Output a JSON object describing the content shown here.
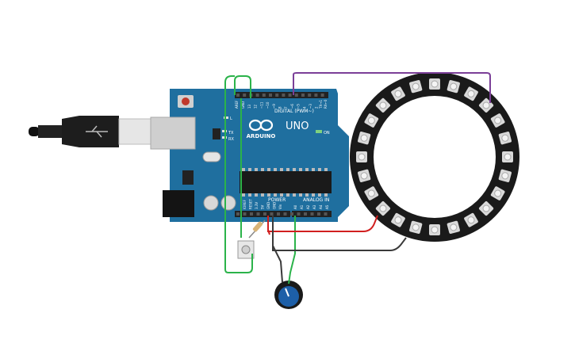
{
  "board": {
    "brand": "ARDUINO",
    "model": "UNO",
    "digital_label": "DIGITAL (PWM~)",
    "power_label": "POWER",
    "analog_label": "ANALOG IN",
    "on_label": "ON",
    "tx_label": "TX",
    "rx_label": "RX",
    "l_label": "L",
    "aref_label": "AREF",
    "gnd_label": "GND",
    "tx1_label": "TX→1",
    "rx0_label": "RX←0",
    "digital_pins": [
      "13",
      "12",
      "~11",
      "~10",
      "~9",
      "8",
      "7",
      "~6",
      "~5",
      "4",
      "~3",
      "2"
    ],
    "power_pins": [
      "IOREF",
      "RESET",
      "3.3V",
      "5V",
      "GND",
      "GND",
      "Vin"
    ],
    "analog_pins": [
      "A0",
      "A1",
      "A2",
      "A3",
      "A4",
      "A5"
    ]
  },
  "components": {
    "neopixel_count": 24,
    "led_color": "#d9d9d9",
    "ring_color": "#1a1a1a"
  },
  "colors": {
    "board": "#1f6f9f",
    "board_dark": "#17577e",
    "wire_green": "#2bb34a",
    "wire_purple": "#7b3f98",
    "wire_red": "#d11f1f",
    "wire_black": "#3a3a3a",
    "pot_blue": "#1d5fa8"
  }
}
